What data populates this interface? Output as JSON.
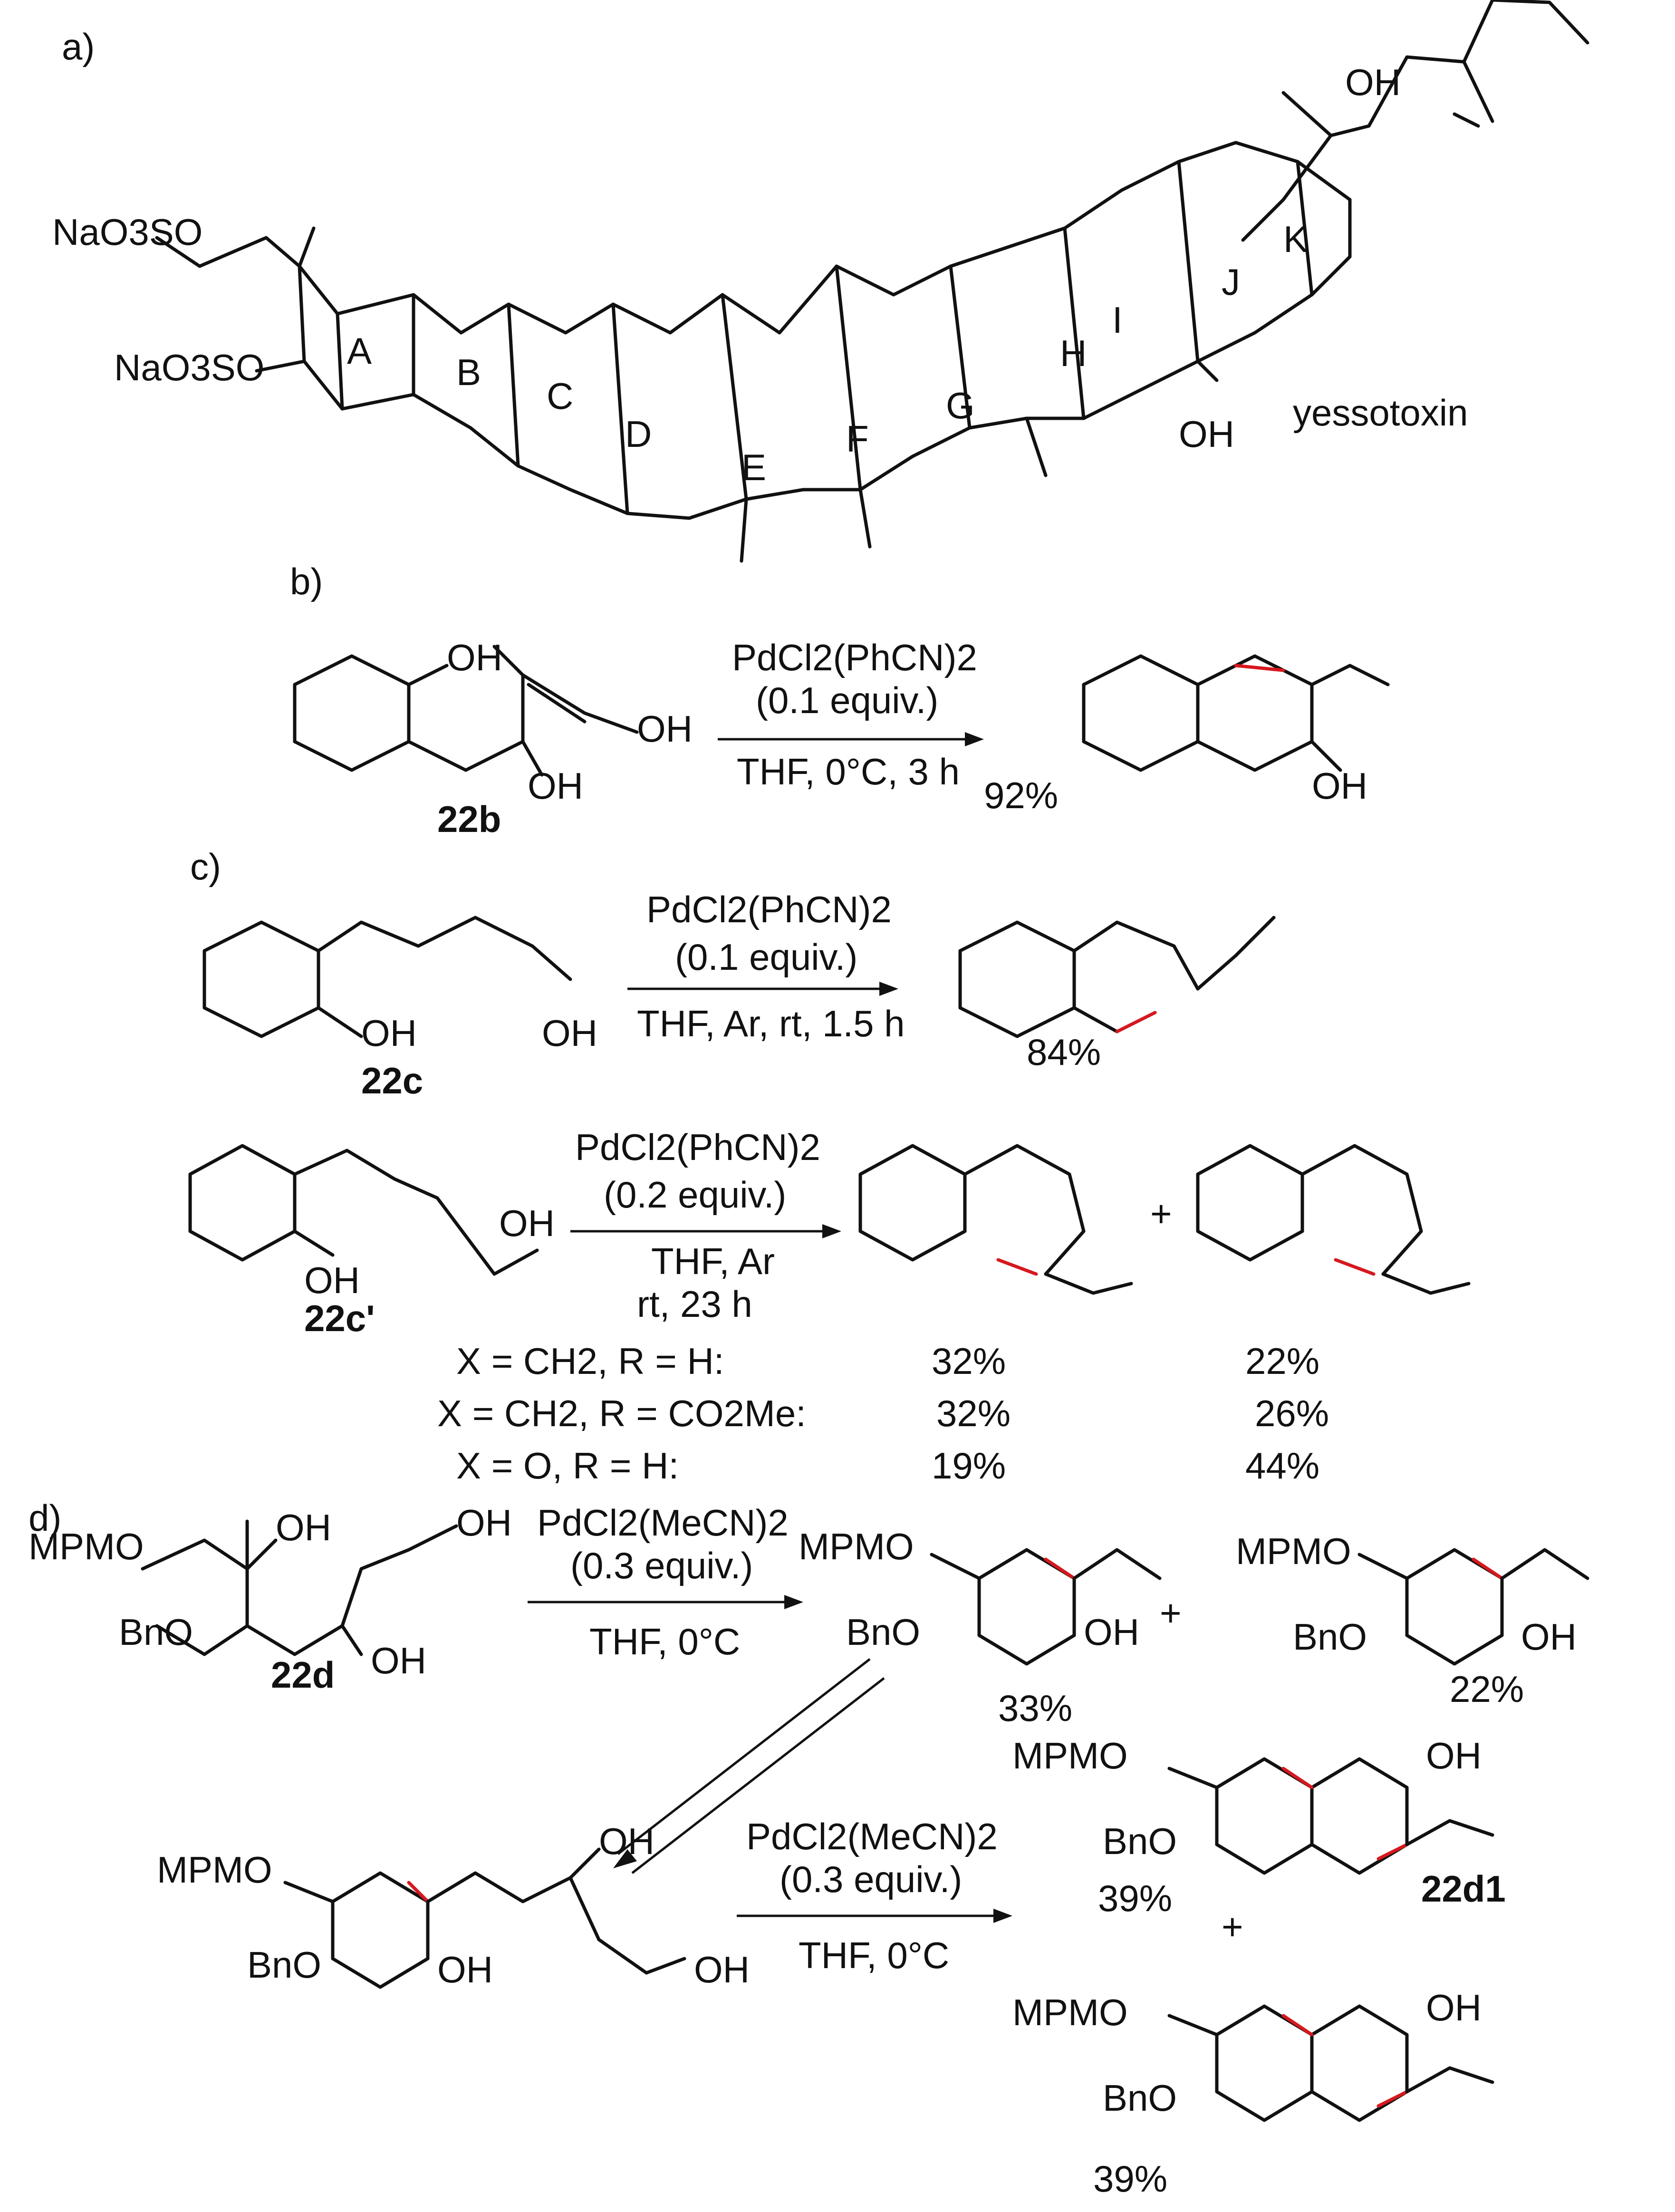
{
  "colors": {
    "new_bond": "#d6181e",
    "ink": "#111111"
  },
  "panel_a": {
    "label": "a)",
    "compound": "yessotoxin",
    "rings": [
      "A",
      "B",
      "C",
      "D",
      "E",
      "F",
      "G",
      "H",
      "I",
      "J",
      "K"
    ],
    "substituents": {
      "sulfate1": "NaO3SO",
      "sulfate2": "NaO3SO",
      "oh1": "OH",
      "oh2": "OH"
    }
  },
  "panel_b": {
    "label": "b)",
    "substrate": "22b",
    "reagent": "PdCl2(PhCN)2",
    "equiv": "(0.1 equiv.)",
    "conditions": "THF, 0°C, 3 h",
    "yield": "92%",
    "oh": "OH"
  },
  "panel_c": {
    "label": "c)",
    "substrate1": "22c",
    "reagent1": "PdCl2(PhCN)2",
    "equiv1": "(0.1 equiv.)",
    "conditions1": "THF, Ar, rt, 1.5 h",
    "yield1": "84%",
    "substrate2": "22c'",
    "reagent2": "PdCl2(PhCN)2",
    "equiv2": "(0.2 equiv.)",
    "conditions2a": "THF, Ar",
    "conditions2b": "rt, 23 h",
    "plus": "+",
    "table": [
      {
        "cond": "X = CH2, R = H:",
        "y1": "32%",
        "y2": "22%"
      },
      {
        "cond": "X = CH2, R = CO2Me:",
        "y1": "32%",
        "y2": "26%"
      },
      {
        "cond": "X = O, R = H:",
        "y1": "19%",
        "y2": "44%"
      }
    ]
  },
  "panel_d": {
    "label": "d)",
    "substrate": "22d",
    "reagent": "PdCl2(MeCN)2",
    "equiv": "(0.3 equiv.)",
    "conditions": "THF, 0°C",
    "yield_a": "33%",
    "yield_b": "22%",
    "product2": "22d1",
    "yield_c": "39%",
    "yield_d": "39%",
    "plus": "+",
    "mpmo": "MPMO",
    "bno": "BnO",
    "oh": "OH"
  }
}
